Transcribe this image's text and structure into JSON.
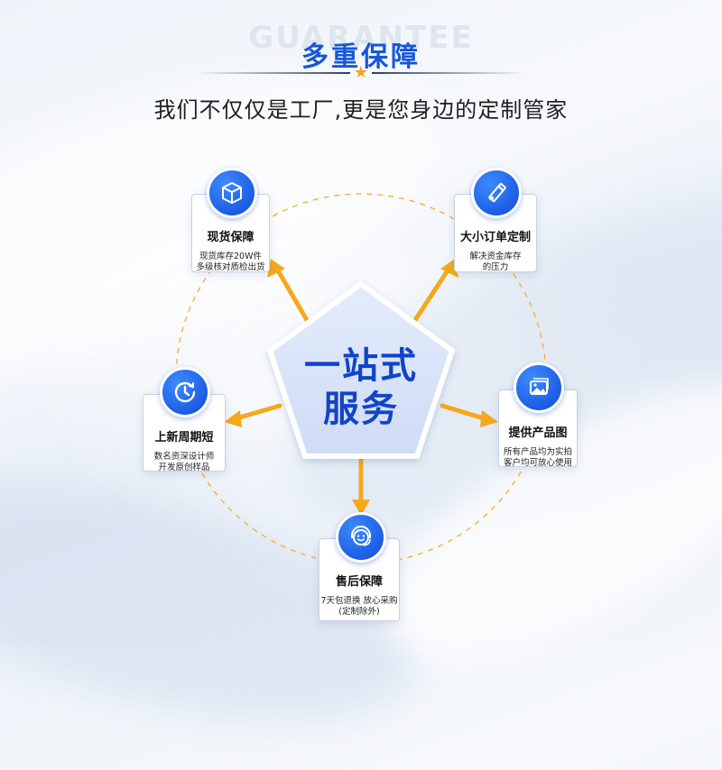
{
  "header": {
    "watermark": "GUARANTEE",
    "title": "多重保障",
    "subtitle": "我们不仅仅是工厂,更是您身边的定制管家"
  },
  "center": {
    "line1": "一站式",
    "line2": "服务"
  },
  "colors": {
    "accent_blue": "#1657d9",
    "arrow_orange": "#f4a91c",
    "pentagon_fill": "#dbe6fb"
  },
  "cards": [
    {
      "icon": "box-icon",
      "title": "现货保障",
      "desc": [
        "现货库存20W件",
        "多级核对质检出货"
      ]
    },
    {
      "icon": "pencil-ruler-icon",
      "title": "大小订单定制",
      "desc": [
        "解决资金库存",
        "的压力"
      ]
    },
    {
      "icon": "clock-icon",
      "title": "上新周期短",
      "desc": [
        "数名资深设计师",
        "开发原创样品"
      ]
    },
    {
      "icon": "image-icon",
      "title": "提供产品图",
      "desc": [
        "所有产品均为实拍",
        "客户均可放心使用"
      ]
    },
    {
      "icon": "headset-icon",
      "title": "售后保障",
      "desc": [
        "7天包退换 放心采购",
        "(定制除外)"
      ]
    }
  ]
}
